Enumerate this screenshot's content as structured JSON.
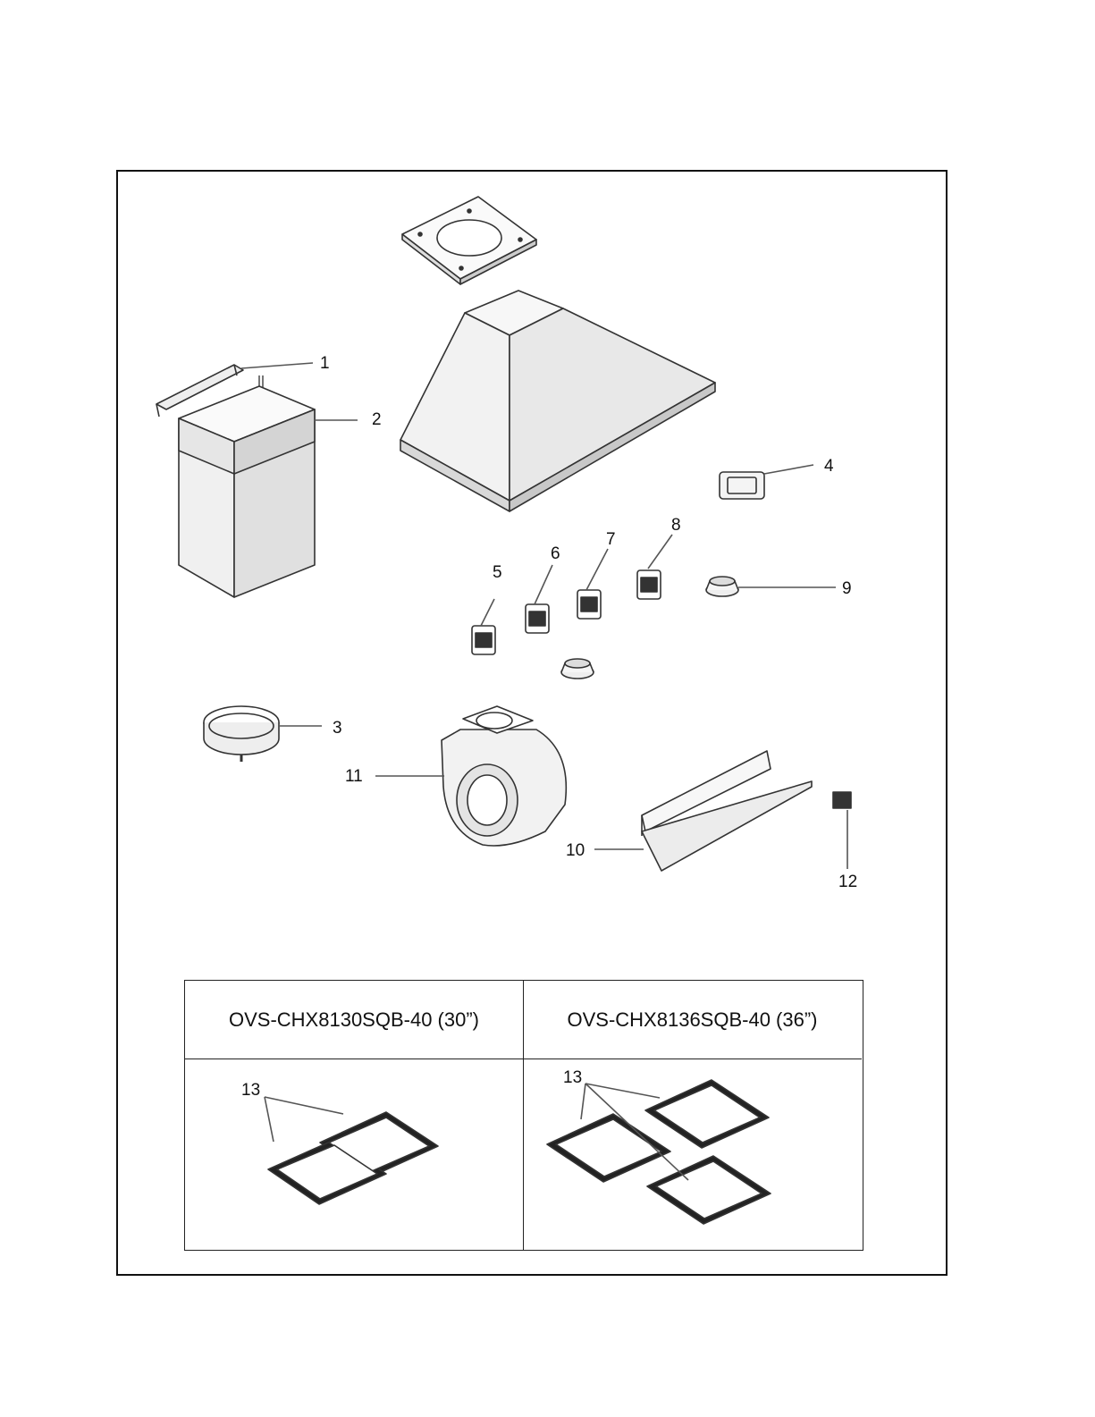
{
  "callouts": {
    "c1": "1",
    "c2": "2",
    "c3": "3",
    "c4": "4",
    "c5": "5",
    "c6": "6",
    "c7": "7",
    "c8": "8",
    "c9": "9",
    "c10": "10",
    "c11": "11",
    "c12": "12",
    "c13a": "13",
    "c13b": "13"
  },
  "filter_table": {
    "col1_header": "OVS-CHX8130SQB-40 (30”)",
    "col2_header": "OVS-CHX8136SQB-40 (36”)"
  }
}
